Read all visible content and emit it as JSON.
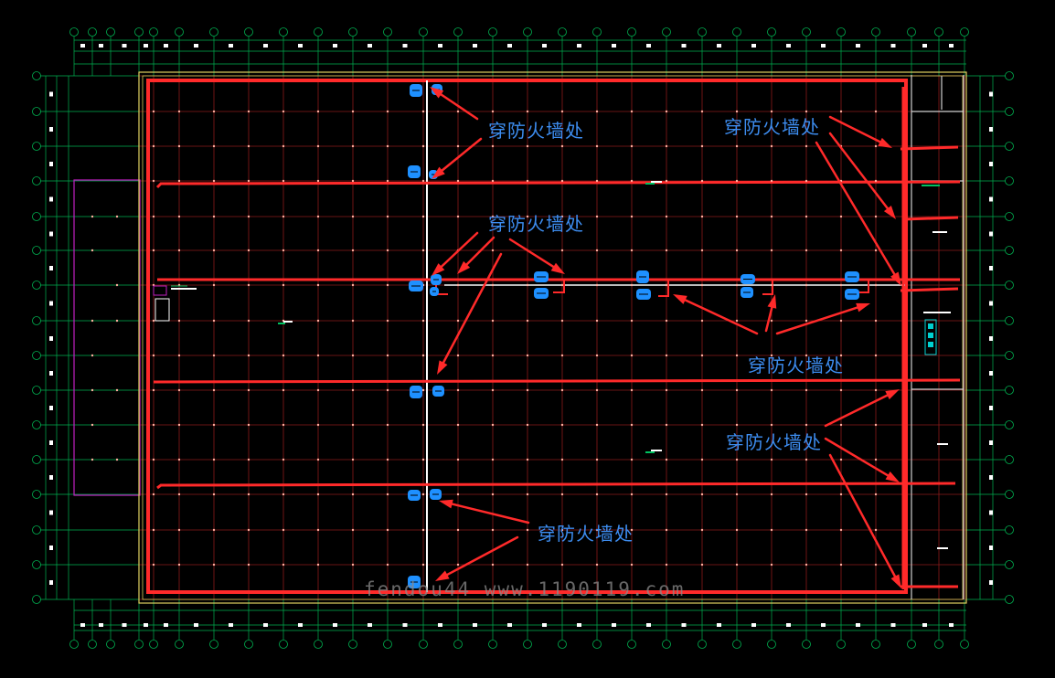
{
  "drawing": {
    "annotation_label": "穿防火墙处",
    "annotations": [
      {
        "id": "top-center",
        "text": "穿防火墙处"
      },
      {
        "id": "top-right",
        "text": "穿防火墙处"
      },
      {
        "id": "mid-center",
        "text": "穿防火墙处"
      },
      {
        "id": "mid-right",
        "text": "穿防火墙处"
      },
      {
        "id": "lower-right",
        "text": "穿防火墙处"
      },
      {
        "id": "bottom-center",
        "text": "穿防火墙处"
      }
    ],
    "watermark": "fendou44 www.1190119.com",
    "colors": {
      "background": "#000000",
      "grid_axis": "#00b050",
      "grid_fine": "#8b1a1a",
      "boundary": "#ff2a2a",
      "pipe": "#ff2a2a",
      "arrow": "#ff2a2a",
      "annex_outline": "#c020c0",
      "wall_outline": "#e0d060",
      "valve": "#1e90ff",
      "firewall": "#ffffff",
      "label_text": "#3d8df0"
    }
  }
}
